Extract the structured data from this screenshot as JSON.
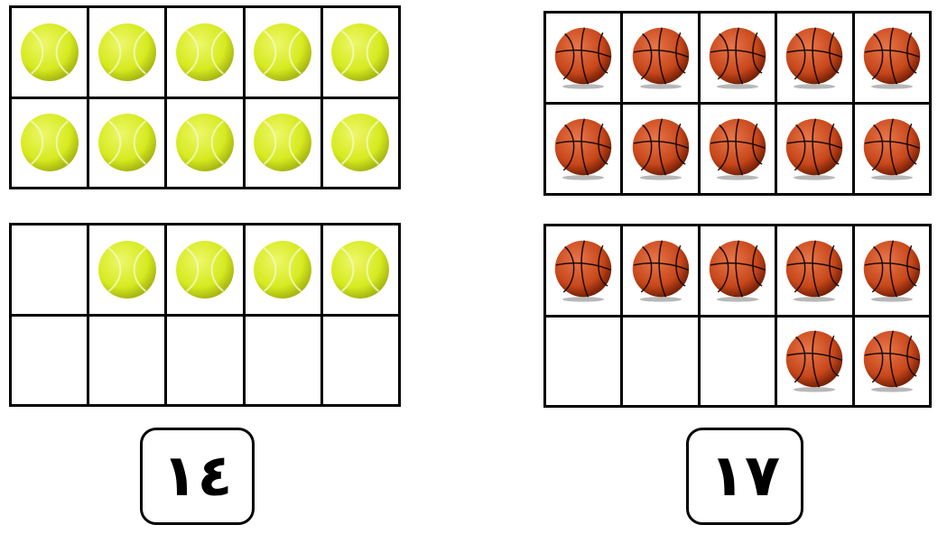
{
  "left_group": {
    "ball_type": "tennis-ball",
    "ball_color": "#d6ea1f",
    "frames": [
      {
        "cells": [
          1,
          1,
          1,
          1,
          1,
          1,
          1,
          1,
          1,
          1
        ]
      },
      {
        "cells": [
          0,
          1,
          1,
          1,
          1,
          0,
          0,
          0,
          0,
          0
        ]
      }
    ],
    "answer": "١٤"
  },
  "right_group": {
    "ball_type": "basketball",
    "ball_color": "#c7471a",
    "frames": [
      {
        "cells": [
          1,
          1,
          1,
          1,
          1,
          1,
          1,
          1,
          1,
          1
        ]
      },
      {
        "cells": [
          1,
          1,
          1,
          1,
          1,
          0,
          0,
          0,
          1,
          1
        ]
      }
    ],
    "answer": "١٧"
  }
}
